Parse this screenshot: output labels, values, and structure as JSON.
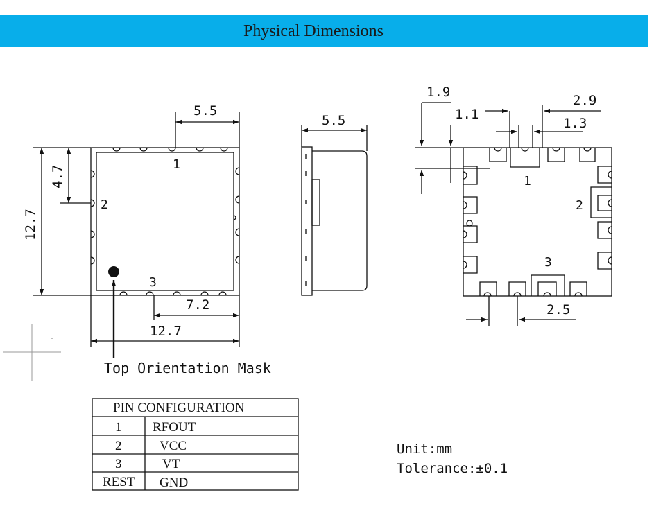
{
  "header": {
    "title": "Physical Dimensions"
  },
  "dims": {
    "top_width": "5.5",
    "top_height_small": "4.7",
    "top_height": "12.7",
    "pin3_offset": "7.2",
    "top_total_width": "12.7",
    "side_height": "5.5",
    "bottom_d1": "1.9",
    "bottom_d2": "1.1",
    "bottom_d3": "2.9",
    "bottom_d4": "1.3",
    "bottom_d5": "2.5"
  },
  "pins": {
    "p1": "1",
    "p2": "2",
    "p3": "3"
  },
  "caption": "Top Orientation Mask",
  "table": {
    "header": "PIN CONFIGURATION",
    "rows": [
      {
        "pin": "1",
        "func": "RFOUT"
      },
      {
        "pin": "2",
        "func": "VCC"
      },
      {
        "pin": "3",
        "func": "VT"
      },
      {
        "pin": "REST",
        "func": "GND"
      }
    ]
  },
  "notes": {
    "unit": "Unit:mm",
    "tolerance": "Tolerance:±0.1"
  }
}
